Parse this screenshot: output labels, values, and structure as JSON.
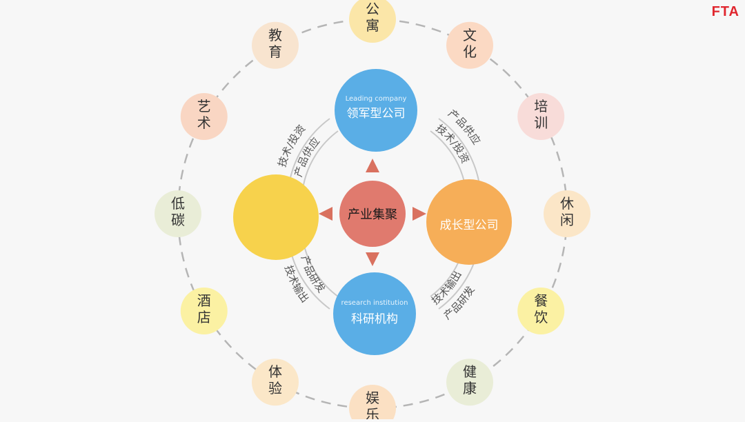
{
  "brand": {
    "logo_text": "FTA",
    "logo_color": "#e0262e"
  },
  "center": {
    "label": "产业集聚",
    "color": "#e07a6e"
  },
  "entities": {
    "top": {
      "en": "Leading company",
      "cn": "领军型公司",
      "color": "#5aaee6"
    },
    "left": {
      "en": "",
      "cn": "",
      "color": "#f7d24c"
    },
    "right": {
      "en": "",
      "cn": "成长型公司",
      "color": "#f6ae58"
    },
    "bottom": {
      "en": "research institution",
      "cn": "科研机构",
      "color": "#5aaee6"
    }
  },
  "relations": {
    "top_left": [
      "技术/投资",
      "产品供应"
    ],
    "top_right": [
      "产品供应",
      "技术/投资"
    ],
    "bottom_left": [
      "产品研发",
      "技术输出"
    ],
    "bottom_right": [
      "技术输出",
      "产品研发"
    ]
  },
  "ring_items": [
    {
      "label": "公寓",
      "color": "#fbe6a8"
    },
    {
      "label": "文化",
      "color": "#fbd9c3"
    },
    {
      "label": "培训",
      "color": "#f8dcd9"
    },
    {
      "label": "休闲",
      "color": "#fbe6c7"
    },
    {
      "label": "餐饮",
      "color": "#fbf1a3"
    },
    {
      "label": "健康",
      "color": "#e9edd7"
    },
    {
      "label": "娱乐",
      "color": "#fbe0c3"
    },
    {
      "label": "体验",
      "color": "#fbe7c8"
    },
    {
      "label": "酒店",
      "color": "#fbf1a3"
    },
    {
      "label": "低碳",
      "color": "#e9edd7"
    },
    {
      "label": "艺术",
      "color": "#f9d6c3"
    },
    {
      "label": "教育",
      "color": "#f8e4cf"
    }
  ]
}
